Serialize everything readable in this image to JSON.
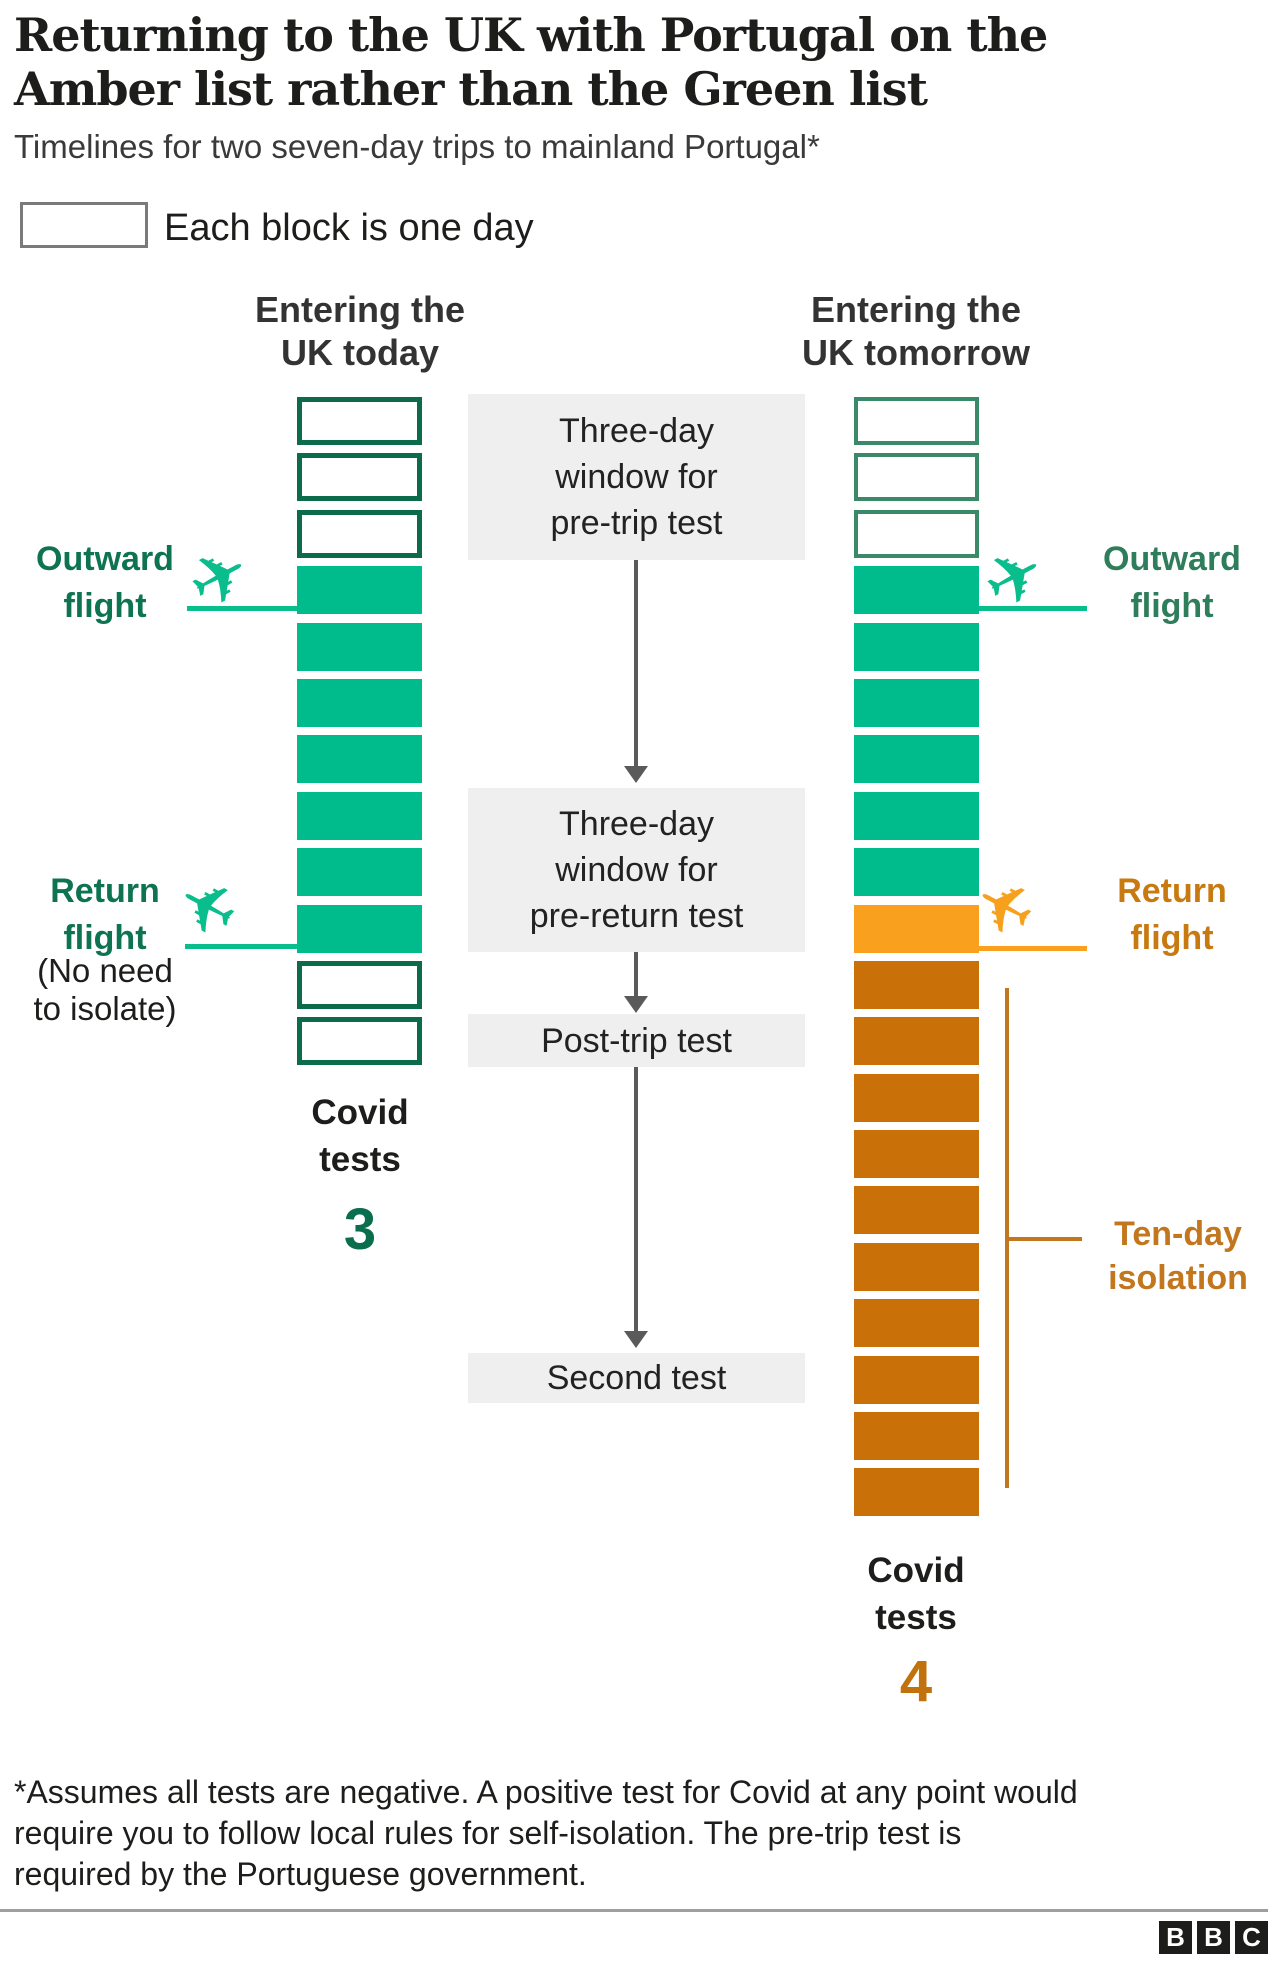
{
  "title": {
    "line1": "Returning to the UK with Portugal on the",
    "line2": "Amber list rather than the Green list"
  },
  "subtitle": "Timelines for two seven-day trips to mainland Portugal*",
  "legend": {
    "label": "Each block is one day"
  },
  "columns": {
    "left": {
      "header": [
        "Entering the",
        "UK today"
      ],
      "blocks": [
        "outline",
        "outline",
        "outline",
        "fill",
        "fill",
        "fill",
        "fill",
        "fill",
        "fill",
        "fill",
        "outline",
        "outline"
      ],
      "covid_label": [
        "Covid",
        "tests"
      ],
      "covid_count": "3"
    },
    "right": {
      "header": [
        "Entering the",
        "UK tomorrow"
      ],
      "blocks": [
        "outline",
        "outline",
        "outline",
        "fill",
        "fill",
        "fill",
        "fill",
        "fill",
        "fill",
        "amber",
        "iso",
        "iso",
        "iso",
        "iso",
        "iso",
        "iso",
        "iso",
        "iso",
        "iso",
        "iso"
      ],
      "covid_label": [
        "Covid",
        "tests"
      ],
      "covid_count": "4"
    }
  },
  "annotations": {
    "pre_trip": [
      "Three-day",
      "window for",
      "pre-trip test"
    ],
    "pre_return": [
      "Three-day",
      "window for",
      "pre-return test"
    ],
    "post_trip": "Post-trip test",
    "second_test": "Second test"
  },
  "labels": {
    "outward_left": [
      "Outward",
      "flight"
    ],
    "return_left": [
      "Return",
      "flight"
    ],
    "no_isolate": [
      "(No need",
      "to isolate)"
    ],
    "outward_right": [
      "Outward",
      "flight"
    ],
    "return_right": [
      "Return",
      "flight"
    ],
    "ten_day": [
      "Ten-day",
      "isolation"
    ]
  },
  "icons": {
    "plane": "✈"
  },
  "footnote": {
    "lines": [
      "*Assumes all tests are negative. A positive test for Covid at any point would",
      "require you to follow local rules for self-isolation. The pre-trip test is",
      "required by the Portuguese government."
    ]
  },
  "logo": {
    "letters": [
      "B",
      "B",
      "C"
    ]
  },
  "colors": {
    "trip_green": "#00BC8D",
    "outline_dark_green": "#0B6B4B",
    "outline_mid_green": "#3A8A69",
    "amber": "#F9A11E",
    "isolation_orange": "#C97108",
    "isolation_label_orange": "#C2771E",
    "label_dark_green": "#0E7351",
    "label_mid_green": "#2E7D5B",
    "return_label_orange": "#C87A10",
    "arrow_gray": "#5a5a5a",
    "note_bg": "#efefef"
  }
}
